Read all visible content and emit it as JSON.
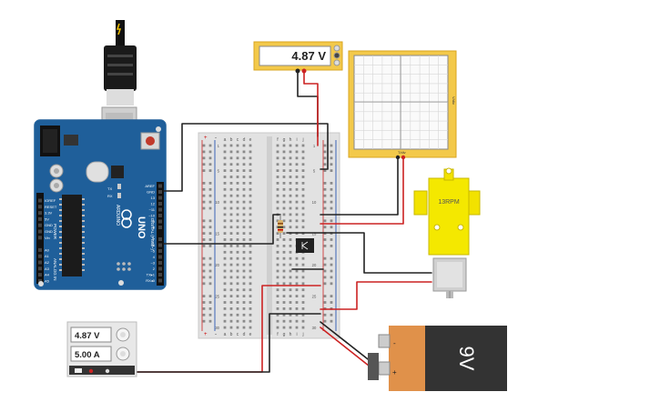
{
  "multimeter": {
    "reading": "4.87 V"
  },
  "oscilloscope": {
    "y_label": "V/div",
    "x_label": "T/div"
  },
  "motor": {
    "label": "13RPM"
  },
  "battery": {
    "label": "9V",
    "minus": "-",
    "plus": "+"
  },
  "power_supply": {
    "voltage": "4.87 V",
    "current": "5.00 A"
  },
  "arduino": {
    "brand": "ARDUINO",
    "model": "UNO",
    "power_label": "POWER",
    "analog_label": "ANALOG IN",
    "digital_label": "DIGITAL (PWM~)",
    "tx": "TX",
    "rx": "RX",
    "left_pins": [
      "IOREF",
      "RESET",
      "3.3V",
      "5V",
      "GND",
      "GND",
      "Vin",
      "",
      "A0",
      "A1",
      "A2",
      "A3",
      "A4",
      "A5"
    ],
    "right_pins": [
      "AREF",
      "GND",
      "13",
      "12",
      "~11",
      "~10",
      "~9",
      "8",
      "",
      "7",
      "~6",
      "~5",
      "4",
      "~3",
      "2",
      "TX▸1",
      "RX◂0"
    ]
  },
  "breadboard": {
    "col_letters_left": [
      "a",
      "b",
      "c",
      "d",
      "e"
    ],
    "col_letters_right": [
      "f",
      "g",
      "h",
      "i",
      "j"
    ],
    "row_numbers": [
      "1",
      "",
      "",
      "",
      "5",
      "",
      "",
      "",
      "",
      "10",
      "",
      "",
      "",
      "",
      "15",
      "",
      "",
      "",
      "",
      "20",
      "",
      "",
      "",
      "",
      "25",
      "",
      "",
      "",
      "",
      "30"
    ],
    "plus": "+",
    "minus": "-"
  }
}
